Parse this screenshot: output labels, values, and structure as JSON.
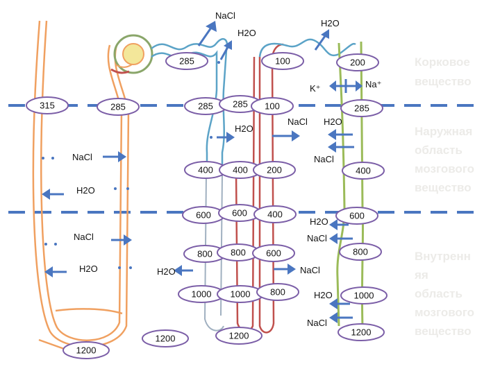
{
  "zones": {
    "cortex": [
      "Корковое",
      "вещество"
    ],
    "outer_medulla": [
      "Наружная",
      "область",
      "мозгового",
      "вещество"
    ],
    "inner_medulla": [
      "Внутренн",
      "яя",
      "область",
      "мозгового",
      "вещество"
    ]
  },
  "values": {
    "duct_top": "315",
    "duct_bottom": "1200",
    "thin_a": "285",
    "pct_top": "285",
    "pct_cortex": "285",
    "desc_cortex": "285",
    "desc_400": "400",
    "desc_600": "600",
    "desc_800": "800",
    "desc_1000": "1000",
    "mid_400": "400",
    "mid_600": "600",
    "mid_800": "800",
    "mid_1000": "1000",
    "loop_bottom_left": "1200",
    "loop_bottom": "1200",
    "asc_top": "100",
    "asc_cortex": "100",
    "asc_200": "200",
    "asc_400": "400",
    "asc_600": "600",
    "asc_800": "800",
    "dct_200": "200",
    "dct_285": "285",
    "cd_400": "400",
    "cd_600": "600",
    "cd_800": "800",
    "cd_1000": "1000",
    "cd_1200": "1200"
  },
  "labels": {
    "nacl_top": "NaCl",
    "h2o_top": "H2O",
    "h2o_dct": "H2O",
    "k_ion": "K⁺",
    "na_ion": "Na⁺",
    "h2o_desc": "H2O",
    "nacl_asc": "NaCl",
    "h2o_cd_outer": "H2O",
    "nacl_cd_outer": "NaCl",
    "nacl_left_1": "NaCl",
    "h2o_left_1": "H2O",
    "nacl_left_2": "NaCl",
    "h2o_left_2": "H2O",
    "h2o_cd_inner1": "H2O",
    "nacl_cd_inner1": "NaCl",
    "h2o_loop_inner": "H2O",
    "nacl_loop_inner": "NaCl",
    "h2o_cd_inner2": "H2O",
    "nacl_cd_inner2": "NaCl"
  },
  "colors": {
    "arrow": "#4a76c0",
    "oval_border": "#7b5ea7",
    "vasa_recta": "#f0a060",
    "desc_limb": "#a0b0c0",
    "asc_limb": "#c0504d",
    "collecting_duct": "#9bbb59",
    "proximal_tubule": "#5ba3c7",
    "glomerulus": "#8aa66a",
    "zone_text": "#ecebe8"
  }
}
